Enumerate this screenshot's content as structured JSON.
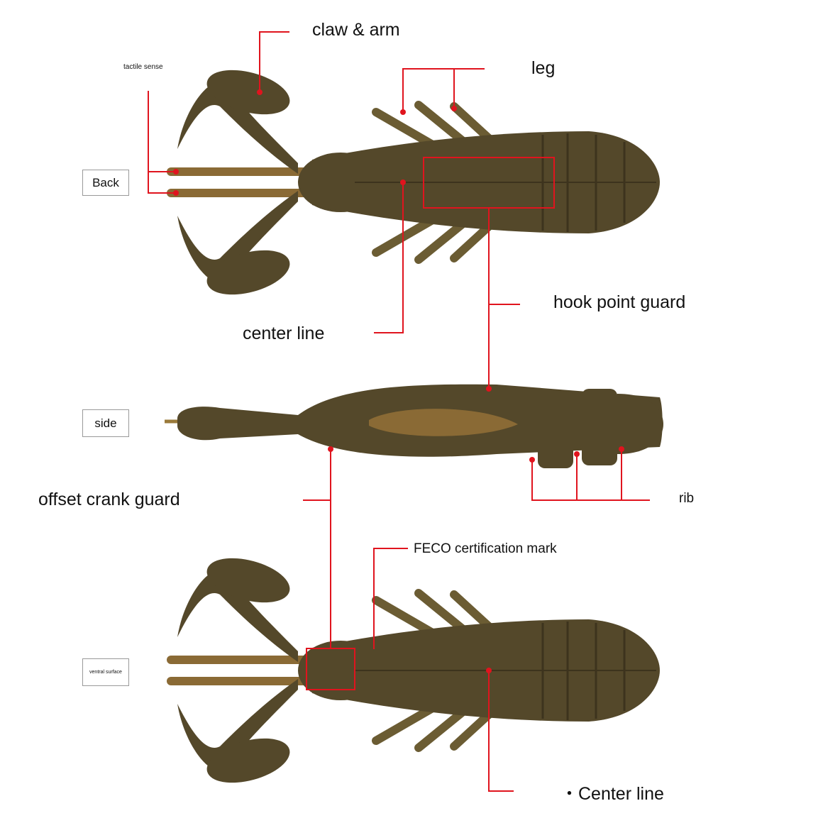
{
  "views": {
    "back": "Back",
    "side": "side",
    "ventral": "ventral surface"
  },
  "labels": {
    "tactile_sense": "tactile sense",
    "claw_arm": "claw & arm",
    "leg": "leg",
    "hook_point_guard": "hook point guard",
    "center_line_top": "center line",
    "offset_crank_guard": "offset crank guard",
    "rib": "rib",
    "feco": "FECO certification mark",
    "center_line_bottom": "・Center line"
  },
  "colors": {
    "leader": "#e0141e",
    "body": "#54482a",
    "body_light": "#6b5c33",
    "antenna": "#8a6a35"
  }
}
